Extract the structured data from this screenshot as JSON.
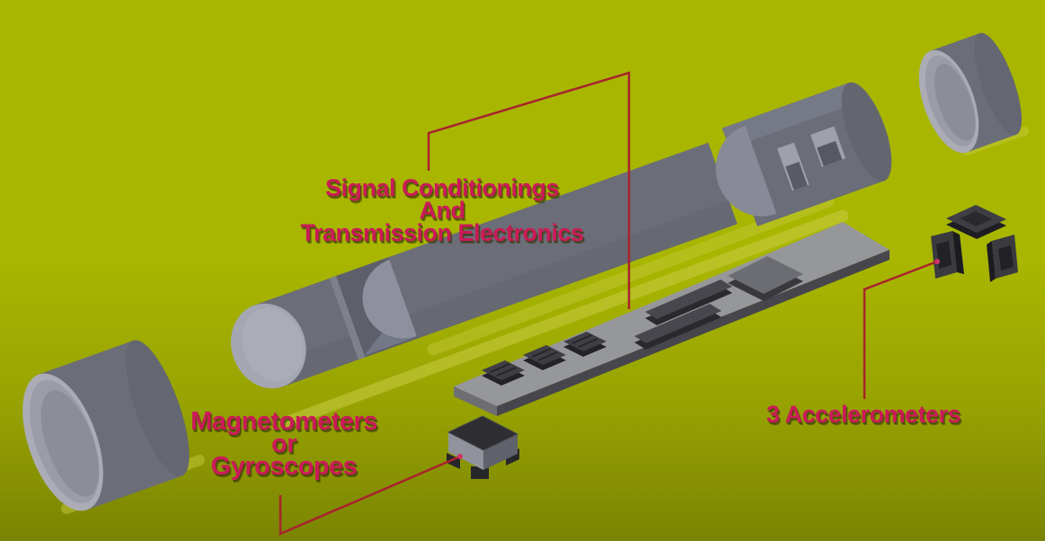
{
  "colors": {
    "background_top": "#a8b600",
    "background_bottom": "#7a8402",
    "label_text": "#cb1a58",
    "leader_line": "#a8232d",
    "leader_tip": "#cf3066",
    "tube_gray": "#6b6d78",
    "tube_cap_gray": "#a4a6b1",
    "board_gray": "#96979b",
    "chip_dark": "#3e3e44",
    "shadow_stripe": "#c6ca3e"
  },
  "labels": {
    "signal_electronics": {
      "line1": "Signal Conditionings",
      "line2": "And",
      "line3": "Transmission Electronics"
    },
    "magnetometers_gyroscopes": {
      "line1": "Magnetometers",
      "line2": "or",
      "line3": "Gyroscopes"
    },
    "accelerometers": {
      "line1": "3 Accelerometers"
    }
  }
}
